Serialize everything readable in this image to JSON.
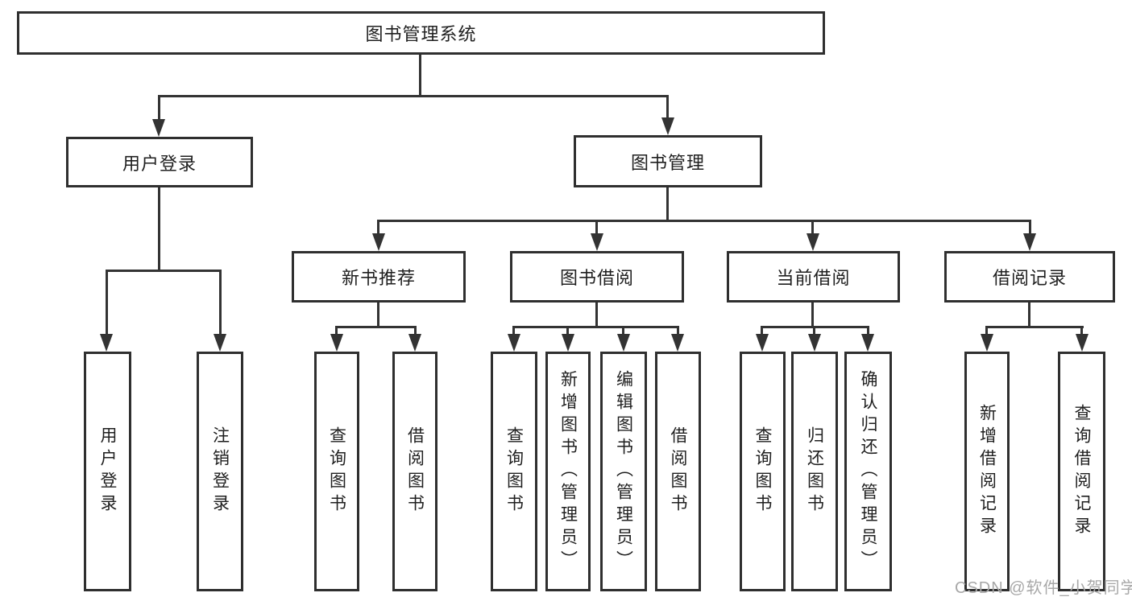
{
  "diagram": {
    "title": "图书管理系统",
    "type": "hierarchy-tree",
    "nodes": {
      "root": "图书管理系统",
      "user_login": "用户登录",
      "book_mgmt": "图书管理",
      "new_book_rec": "新书推荐",
      "book_borrow": "图书借阅",
      "current_borrow": "当前借阅",
      "borrow_record": "借阅记录",
      "ul_login": "用户登录",
      "ul_logout": "注销登录",
      "nb_query": "查询图书",
      "nb_borrow": "借阅图书",
      "bb_query": "查询图书",
      "bb_add": "新增图书（管理员）",
      "bb_edit": "编辑图书（管理员）",
      "bb_borrow": "借阅图书",
      "cb_query": "查询图书",
      "cb_return": "归还图书",
      "cb_confirm": "确认归还（管理员）",
      "br_add": "新增借阅记录",
      "br_query": "查询借阅记录"
    },
    "hierarchy": {
      "图书管理系统": [
        "用户登录",
        "图书管理"
      ],
      "用户登录": [
        "用户登录",
        "注销登录"
      ],
      "图书管理": [
        "新书推荐",
        "图书借阅",
        "当前借阅",
        "借阅记录"
      ],
      "新书推荐": [
        "查询图书",
        "借阅图书"
      ],
      "图书借阅": [
        "查询图书",
        "新增图书（管理员）",
        "编辑图书（管理员）",
        "借阅图书"
      ],
      "当前借阅": [
        "查询图书",
        "归还图书",
        "确认归还（管理员）"
      ],
      "借阅记录": [
        "新增借阅记录",
        "查询借阅记录"
      ]
    },
    "colors": {
      "line": "#333333",
      "border": "#2f2f2f",
      "text": "#1f1f1f",
      "box_bg": "#ffffff",
      "watermark": "#a8a8a8"
    }
  },
  "watermark": {
    "text": "CSDN @软件_小贺同学"
  }
}
